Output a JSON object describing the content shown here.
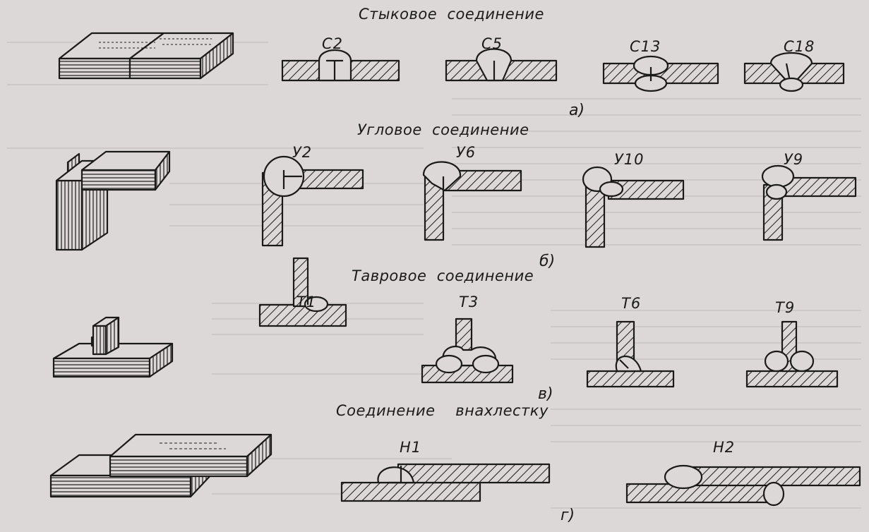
{
  "sections": {
    "butt": {
      "title": "Стыковое  соединение",
      "tag": "а)",
      "codes": [
        "С2",
        "С5",
        "С13",
        "С18"
      ]
    },
    "corner": {
      "title": "Угловое  соединение",
      "tag": "б)",
      "codes": [
        "У2",
        "У6",
        "У10",
        "У9"
      ]
    },
    "tee": {
      "title": "Тавровое  соединение",
      "tag": "в)",
      "codes": [
        "Т1",
        "Т3",
        "Т6",
        "Т9"
      ]
    },
    "lap": {
      "title": "Соединение    внахлестку",
      "tag": "г)",
      "codes": [
        "Н1",
        "Н2"
      ]
    }
  },
  "colors": {
    "ink": "#1a1a1a",
    "paper": "#ddd8d8",
    "fill": "#d6d1d1"
  }
}
